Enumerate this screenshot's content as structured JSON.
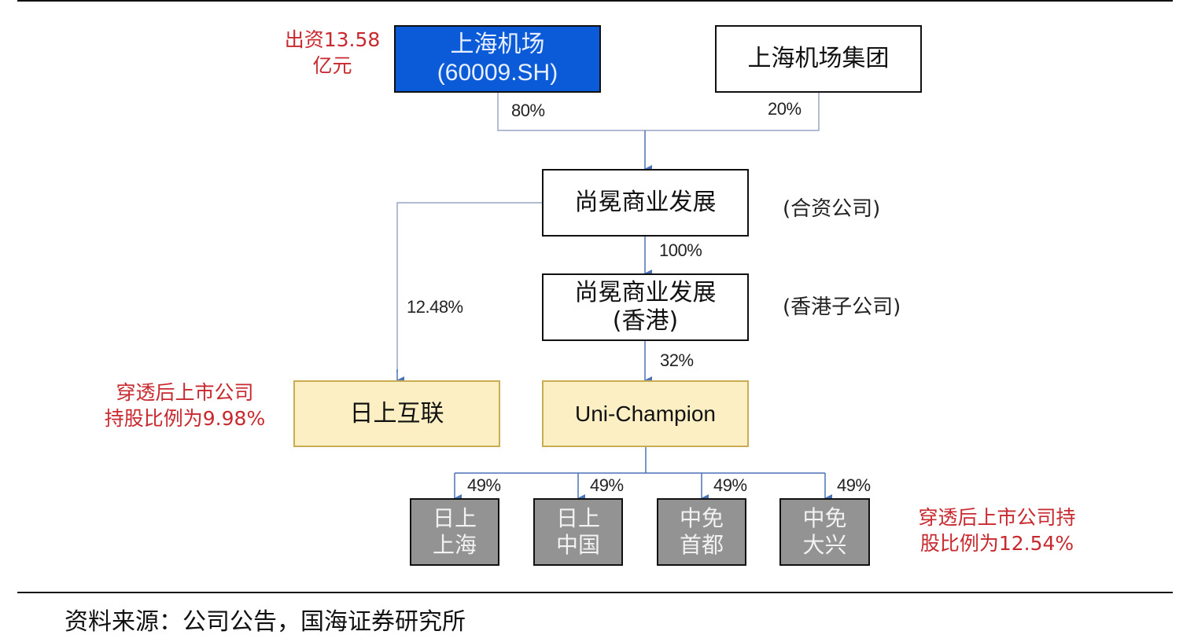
{
  "nodes": {
    "shanghai_airport": {
      "line1": "上海机场",
      "line2": "(60009.SH)"
    },
    "airport_group": {
      "label": "上海机场集团"
    },
    "shanghui_jv": {
      "label": "尚冕商业发展"
    },
    "shanghui_hk": {
      "line1": "尚冕商业发展",
      "line2": "(香港)"
    },
    "rishang_hulian": {
      "label": "日上互联"
    },
    "uni_champion": {
      "label": "Uni-Champion"
    },
    "subsidiaries": [
      {
        "line1": "日上",
        "line2": "上海"
      },
      {
        "line1": "日上",
        "line2": "中国"
      },
      {
        "line1": "中免",
        "line2": "首都"
      },
      {
        "line1": "中免",
        "line2": "大兴"
      }
    ]
  },
  "percentages": {
    "airport_to_jv": "80%",
    "group_to_jv": "20%",
    "jv_to_hk": "100%",
    "jv_to_rishang": "12.48%",
    "hk_to_uni": "32%",
    "uni_to_subs": [
      "49%",
      "49%",
      "49%",
      "49%"
    ]
  },
  "side_labels": {
    "jv": "(合资公司)",
    "hk": "(香港子公司)"
  },
  "notes": {
    "investment": {
      "line1": "出资13.58",
      "line2": "亿元"
    },
    "rishang_stake": {
      "line1": "穿透后上市公司",
      "line2": "持股比例为9.98%"
    },
    "subs_stake": {
      "line1": "穿透后上市公司持",
      "line2": "股比例为12.54%"
    }
  },
  "source": "资料来源：公司公告，国海证券研究所",
  "colors": {
    "listed_company": "#0b5bd9",
    "highlight": "#fdefc4",
    "subsidiary": "#939393",
    "note_red": "#c8292f",
    "connector": "#4a72b8"
  }
}
